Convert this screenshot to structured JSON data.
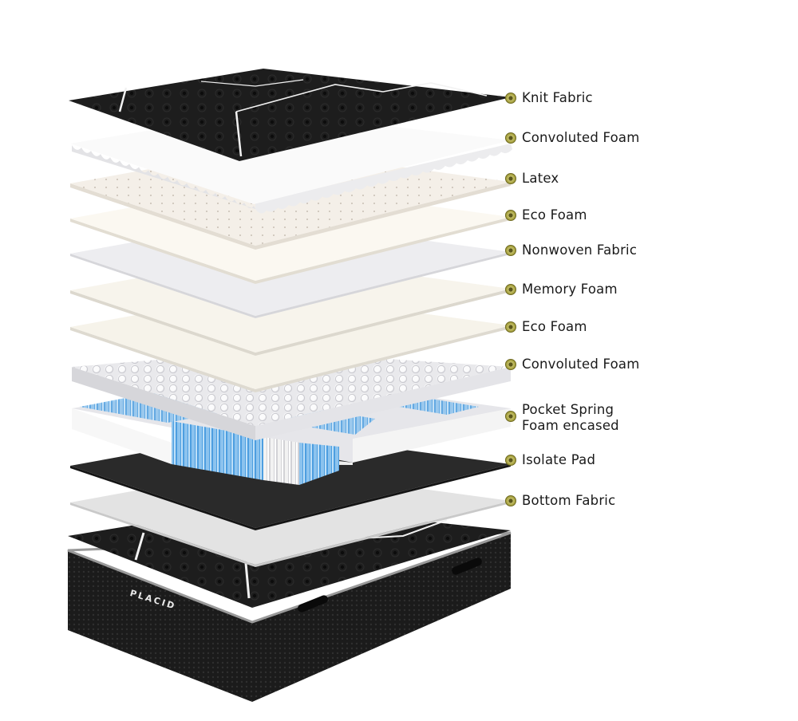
{
  "brand": "PLACID",
  "colors": {
    "marker_outer": "#8a8530",
    "marker_inner": "#d9d48a",
    "blue_spring": "#79b8ea",
    "dark_fabric": "#222222"
  },
  "layers": [
    {
      "id": "knit-fabric",
      "label_lines": [
        "Knit Fabric"
      ]
    },
    {
      "id": "convoluted-foam-top",
      "label_lines": [
        "Convoluted Foam"
      ]
    },
    {
      "id": "latex",
      "label_lines": [
        "Latex"
      ]
    },
    {
      "id": "eco-foam-1",
      "label_lines": [
        "Eco Foam"
      ]
    },
    {
      "id": "nonwoven-fabric",
      "label_lines": [
        "Nonwoven Fabric"
      ]
    },
    {
      "id": "memory-foam",
      "label_lines": [
        "Memory Foam"
      ]
    },
    {
      "id": "eco-foam-2",
      "label_lines": [
        "Eco Foam"
      ]
    },
    {
      "id": "convoluted-foam-bottom",
      "label_lines": [
        "Convoluted Foam"
      ]
    },
    {
      "id": "pocket-spring",
      "label_lines": [
        "Pocket Spring",
        "Foam encased"
      ]
    },
    {
      "id": "isolate-pad",
      "label_lines": [
        "Isolate Pad"
      ]
    },
    {
      "id": "bottom-fabric",
      "label_lines": [
        "Bottom Fabric"
      ]
    }
  ]
}
